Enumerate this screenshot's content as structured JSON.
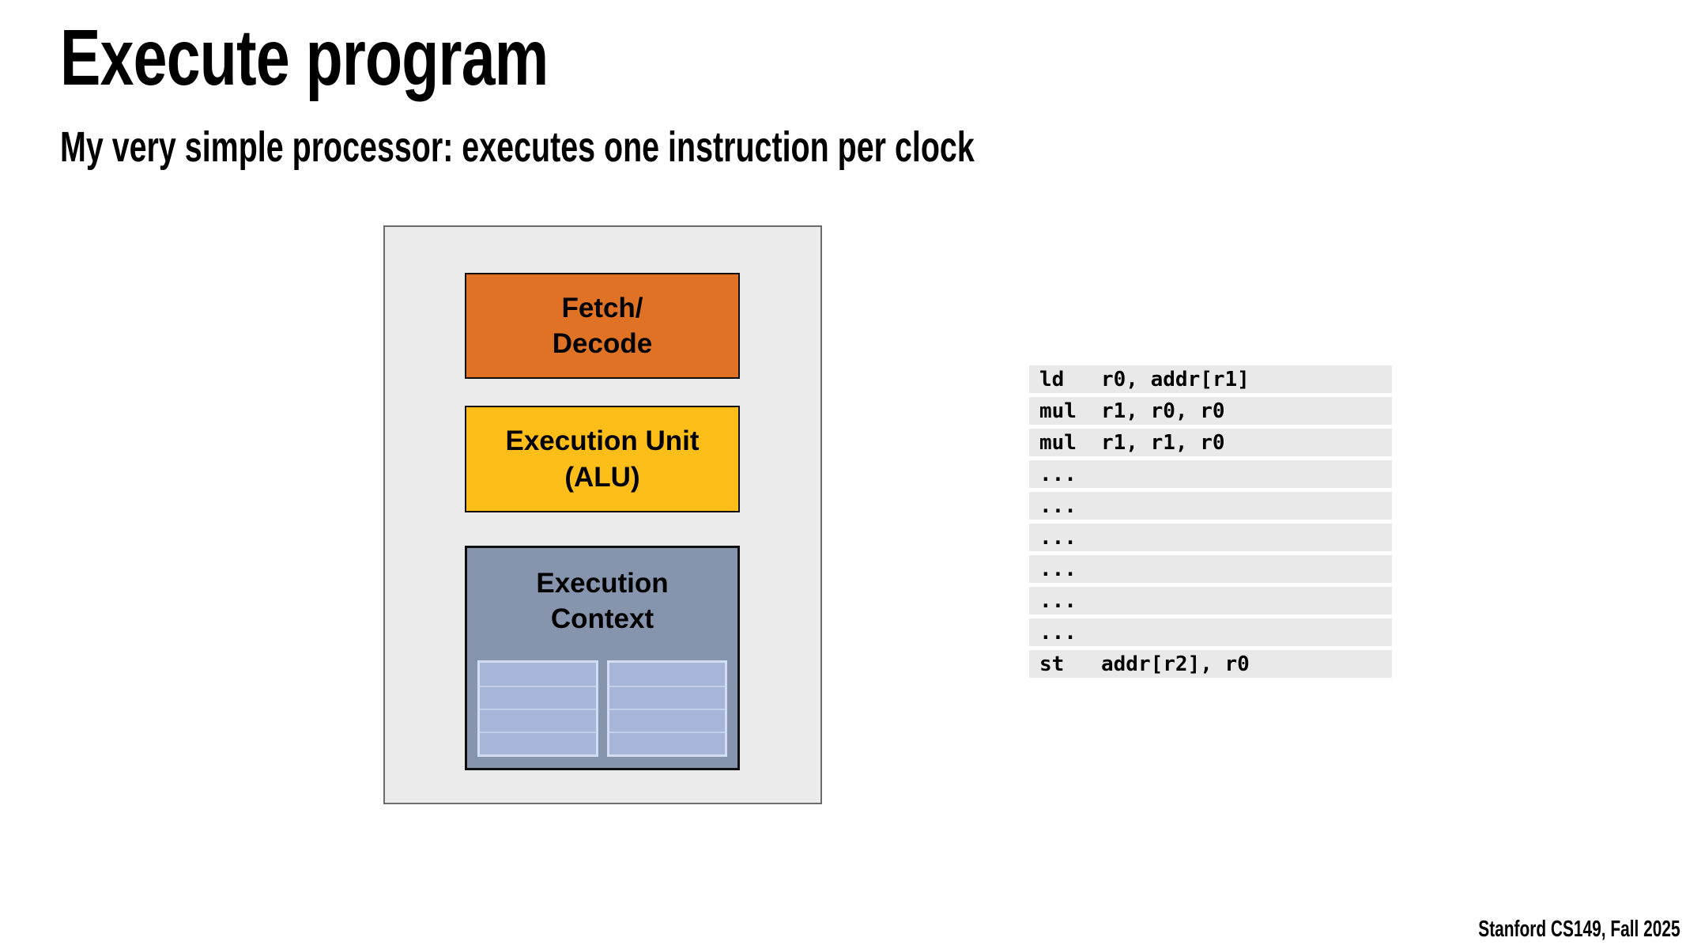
{
  "slide": {
    "title": "Execute program",
    "subtitle": "My very simple processor: executes one instruction per clock",
    "footer": "Stanford CS149, Fall 2025"
  },
  "processor": {
    "fetch_decode": {
      "lines": [
        "Fetch/",
        "Decode"
      ],
      "color": "#e07226"
    },
    "execution_unit": {
      "lines": [
        "Execution Unit",
        "(ALU)"
      ],
      "color": "#fdbe19"
    },
    "execution_context": {
      "lines": [
        "Execution",
        "Context"
      ],
      "color": "#8794ae",
      "register_columns": 2,
      "register_rows_per_column": 4,
      "register_fill_color": "#a7b6d8",
      "register_border_color": "#d2dcf2"
    },
    "panel_background": "#ebebeb"
  },
  "program": {
    "row_background": "#e9e9e9",
    "rows": [
      {
        "opcode": "ld",
        "operands": "r0, addr[r1]"
      },
      {
        "opcode": "mul",
        "operands": "r1, r0, r0"
      },
      {
        "opcode": "mul",
        "operands": "r1, r1, r0"
      },
      {
        "opcode": "...",
        "operands": ""
      },
      {
        "opcode": "...",
        "operands": ""
      },
      {
        "opcode": "...",
        "operands": ""
      },
      {
        "opcode": "...",
        "operands": ""
      },
      {
        "opcode": "...",
        "operands": ""
      },
      {
        "opcode": "...",
        "operands": ""
      },
      {
        "opcode": "st",
        "operands": "addr[r2], r0"
      }
    ]
  }
}
